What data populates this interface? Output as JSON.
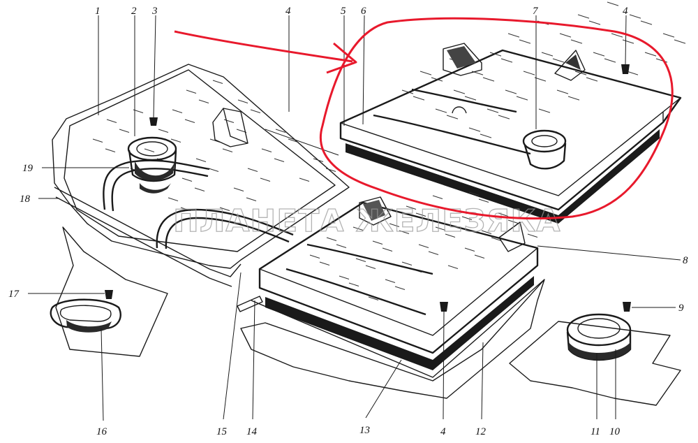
{
  "callouts": [
    {
      "id": "1",
      "text": "1"
    },
    {
      "id": "2",
      "text": "2"
    },
    {
      "id": "3",
      "text": "3"
    },
    {
      "id": "4a",
      "text": "4"
    },
    {
      "id": "5",
      "text": "5"
    },
    {
      "id": "6",
      "text": "6"
    },
    {
      "id": "7",
      "text": "7"
    },
    {
      "id": "4b",
      "text": "4"
    },
    {
      "id": "19",
      "text": "19"
    },
    {
      "id": "18",
      "text": "18"
    },
    {
      "id": "8",
      "text": "8"
    },
    {
      "id": "17",
      "text": "17"
    },
    {
      "id": "9",
      "text": "9"
    },
    {
      "id": "16",
      "text": "16"
    },
    {
      "id": "15",
      "text": "15"
    },
    {
      "id": "14",
      "text": "14"
    },
    {
      "id": "13",
      "text": "13"
    },
    {
      "id": "4c",
      "text": "4"
    },
    {
      "id": "12",
      "text": "12"
    },
    {
      "id": "11",
      "text": "11"
    },
    {
      "id": "10",
      "text": "10"
    }
  ],
  "watermark": "ПЛАНЕТА ЖЕЛЕЗЯКА",
  "colors": {
    "ink": "#1a1a1a",
    "highlight": "#e8192c",
    "watermark": "#9a9a9a"
  }
}
